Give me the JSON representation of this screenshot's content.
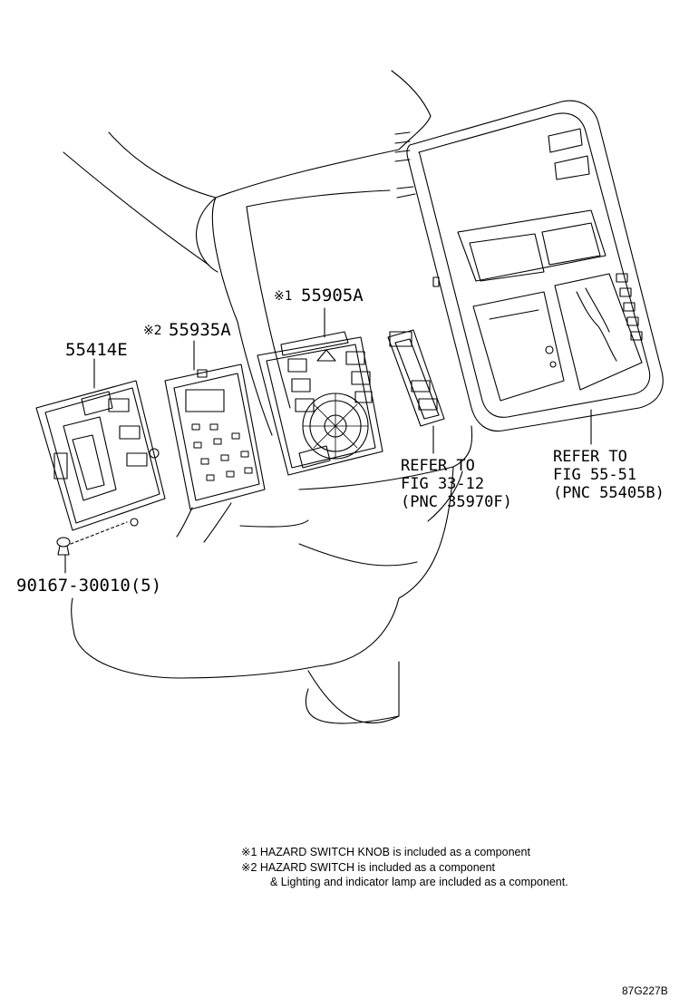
{
  "parts": {
    "p55414e": "55414E",
    "p55935a": "55935A",
    "p55935a_mark": "※2",
    "p55905a": "55905A",
    "p55905a_mark": "※1",
    "p90167": "90167-30010(5)"
  },
  "refs": {
    "ref1": [
      "REFER TO",
      "FIG 33-12",
      "(PNC 35970F)"
    ],
    "ref2": [
      "REFER TO",
      "FIG 55-51",
      "(PNC 55405B)"
    ]
  },
  "notes": [
    "※1 HAZARD SWITCH KNOB is included as a component",
    "※2 HAZARD SWITCH is included as a component",
    "& Lighting and indicator lamp are included as a component."
  ],
  "diagram_code": "87G227B"
}
